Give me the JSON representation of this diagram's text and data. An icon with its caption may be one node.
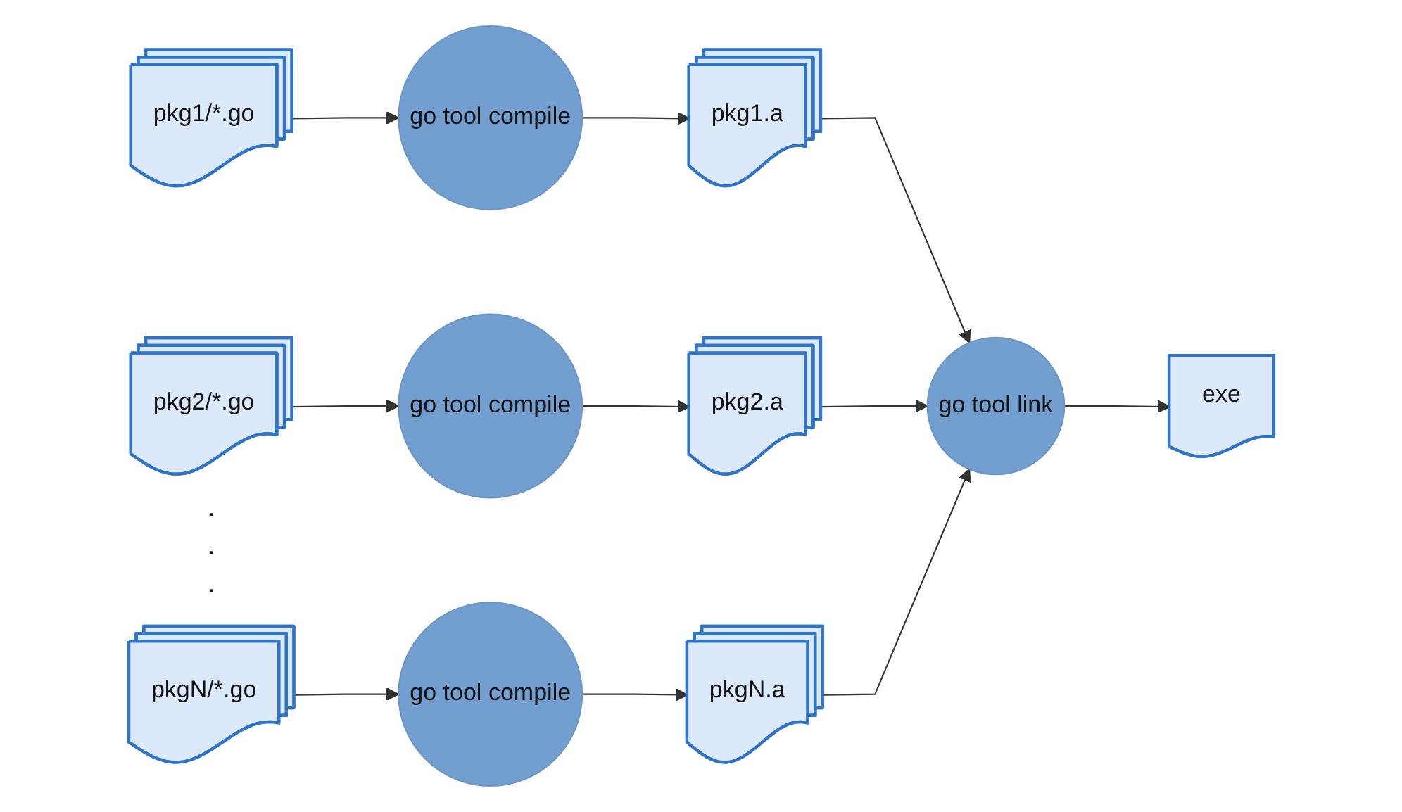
{
  "diagram": {
    "nodes": [
      {
        "text": [
          "pkg1/*.go"
        ]
      },
      {
        "text": [
          "go tool compile"
        ]
      },
      {
        "text": [
          "pkg1.a"
        ]
      },
      {
        "text": [
          "pkg2/*.go"
        ]
      },
      {
        "text": [
          "go tool compile"
        ]
      },
      {
        "text": [
          "pkg2.a"
        ]
      },
      {
        "text": [
          "pkgN/*.go"
        ]
      },
      {
        "text": [
          "go tool compile"
        ]
      },
      {
        "text": [
          "pkgN.a"
        ]
      },
      {
        "text": [
          "go tool link"
        ]
      },
      {
        "text": [
          "exe"
        ]
      }
    ],
    "edges": [
      {
        "from": 0,
        "to": 1,
        "arrow": "to"
      },
      {
        "from": 1,
        "to": 2,
        "arrow": "to"
      },
      {
        "from": 3,
        "to": 4,
        "arrow": "to"
      },
      {
        "from": 4,
        "to": 5,
        "arrow": "to"
      },
      {
        "from": 6,
        "to": 7,
        "arrow": "to"
      },
      {
        "from": 7,
        "to": 8,
        "arrow": "to"
      },
      {
        "from": 2,
        "to": 9,
        "arrow": "to"
      },
      {
        "from": 5,
        "to": 9,
        "arrow": "to"
      },
      {
        "from": 8,
        "to": 9,
        "arrow": "to"
      },
      {
        "from": 9,
        "to": 10,
        "arrow": "to"
      }
    ],
    "labels": [
      ".",
      ".",
      "."
    ]
  }
}
